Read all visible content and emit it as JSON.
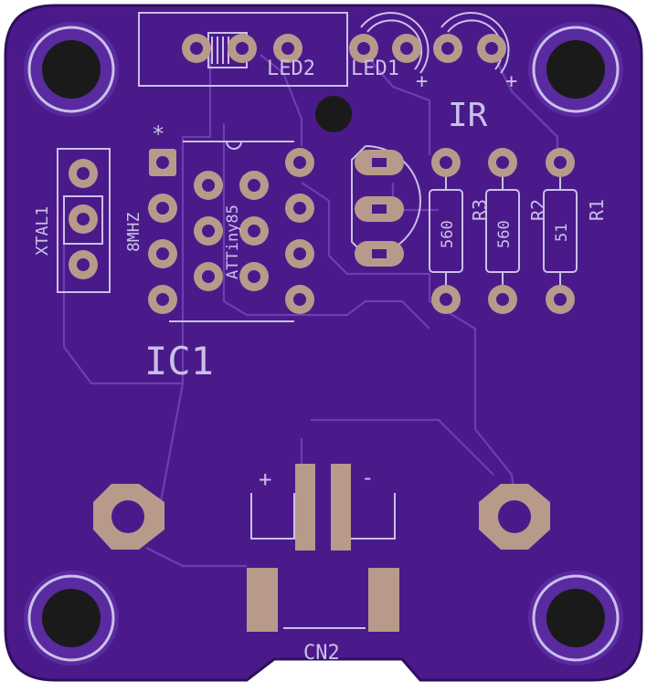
{
  "board": {
    "color": "#4b1a8a",
    "edge_color": "#2e0f5c",
    "silkscreen_color": "#c9c0e8",
    "pad_color": "#b89a8a"
  },
  "labels": {
    "led2": "LED2",
    "led1": "LED1",
    "ir": "IR",
    "plus_led": "+",
    "plus_ir": "+",
    "star": "*",
    "xtal": "XTAL1",
    "mhz": "8MHZ",
    "chip": "ATTiny85",
    "ic": "IC1",
    "r3": "R3",
    "r2": "R2",
    "r1": "R1",
    "r3_value": "560",
    "r2_value": "560",
    "r1_value": "51",
    "plus_cn": "+",
    "minus_cn": "-",
    "cn": "CN2"
  }
}
